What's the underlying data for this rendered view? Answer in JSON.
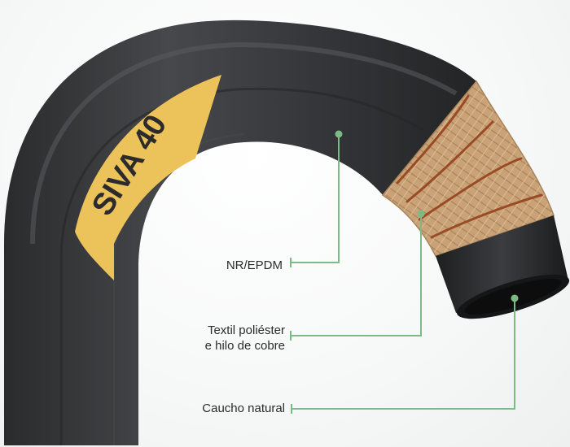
{
  "product": {
    "brand_band_text": "SIVA 40",
    "band_color": "#ecc25a",
    "hose_color": "#3a3b3d",
    "reinforcement_color": "#c69f72",
    "wire_color": "#9a4a24"
  },
  "callouts": [
    {
      "id": "nr-epdm",
      "lines": [
        "NR/EPDM"
      ]
    },
    {
      "id": "textil",
      "lines": [
        "Textil poliéster",
        "e hilo de cobre"
      ]
    },
    {
      "id": "caucho",
      "lines": [
        "Caucho natural"
      ]
    }
  ],
  "style": {
    "leader_color": "#7cbb86"
  }
}
